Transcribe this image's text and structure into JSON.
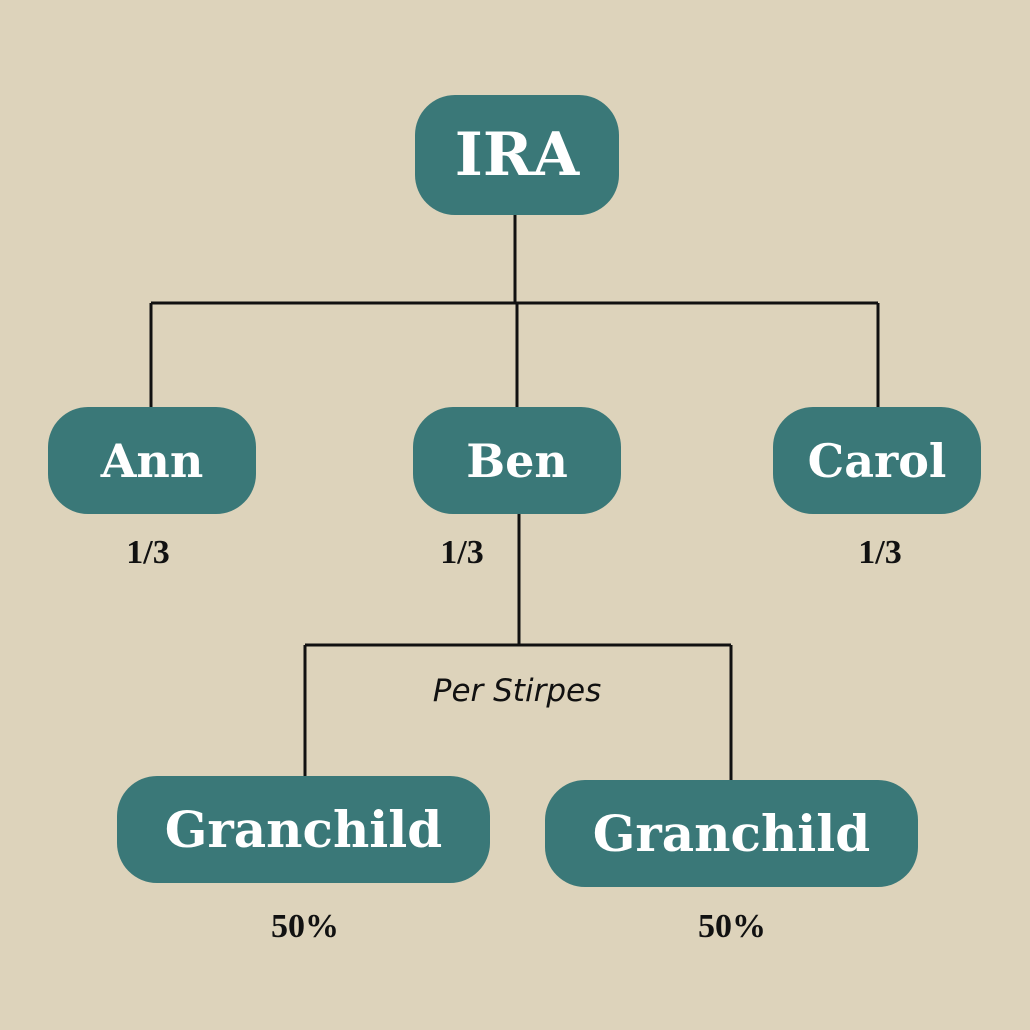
{
  "colors": {
    "background": "#ddd3bb",
    "node": "#3a7878",
    "line": "#111111"
  },
  "root": {
    "label": "IRA"
  },
  "children": [
    {
      "label": "Ann",
      "share": "1/3"
    },
    {
      "label": "Ben",
      "share": "1/3"
    },
    {
      "label": "Carol",
      "share": "1/3"
    }
  ],
  "distribution_method": "Per Stirpes",
  "grandchildren": [
    {
      "label": "Granchild",
      "share": "50%"
    },
    {
      "label": "Granchild",
      "share": "50%"
    }
  ]
}
